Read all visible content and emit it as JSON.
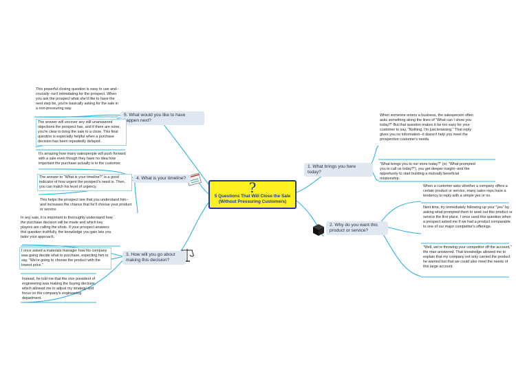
{
  "central": {
    "symbol": "?",
    "title_line1": "5 Questions That Will Close the Sale",
    "title_line2": "(Without Pressuring Customers)"
  },
  "topics": [
    {
      "id": "t1",
      "label": "1. What brings you here today?"
    },
    {
      "id": "t2",
      "label": "2. Why do you want this product or service?"
    },
    {
      "id": "t3",
      "label": "3. How will you go about making this decision?"
    },
    {
      "id": "t4",
      "label": "4. What is your timeline?"
    },
    {
      "id": "t5",
      "label": "5. What would you like to have happen next?"
    }
  ],
  "notes": {
    "t1": [
      "When someone enters a business, the salesperson often asks something along the lines of \"What can I show you today?\" But that question makes it far too easy for your customer to say, \"Nothing, I'm just browsing.\" That reply gives you no information--it doesn't help you meet the prospective customer's needs.",
      "\"What brings you to our store today?\" (or, \"What prompted you to call us today?\"), you get deeper insight--and the opportunity to start building a mutually beneficial relationship."
    ],
    "t2": [
      "When a customer asks whether a company offers a certain product or service, many sales reps have a tendency to reply with a simple yes or no.",
      "Next time, try immediately following up your \"yes\" by asking what prompted them to seek out this product or service the first place. I once used this question when a prospect asked me if we had a product comparable to one of our major competitor's offerings.",
      "\"Well, we're throwing your competitor off the account,\" the man answered. That knowledge allowed me to explain that my company not only carried the product he wanted but that we could also meet the needs of this large account."
    ],
    "t3": [
      "In any sale, it is important to thoroughly understand how the purchase decision will be made and which key players are calling the shots. If your prospect answers this question truthfully, the knowledge you gain lets you tailor your approach.",
      "I once asked a materials manager how his company was going decide what to purchase, expecting him to say, \"We're going to choose the product with the lowest price.\"",
      "Instead, he told me that the vice president of engineering was making the buying decision, which allowed me to adjust my strategy and focus on the company's engineering department."
    ],
    "t4": [
      "It's amazing how many salespeople will push forward with a sale even though they have no idea how important the purchase actually is to the customer.",
      "The answer to \"What is your timeline?\" is a good indicator of how urgent the prospect's need is. Then, you can match his level of urgency.",
      "This helps the prospect see that you understand him--and increases the chance that he'll choose your product or service."
    ],
    "t5": [
      "This powerful closing question is easy to use and--crucially--isn't intimidating for the prospect. When you ask the prospect what she'd like to have the next step be, you're basically asking for the sale in a non-pressuring way.",
      "The answer will uncover any still-unanswered objections the prospect has, and if there are none, you're clear to bring the sale to a close. This final question is especially helpful when a purchase decision has been repeatedly delayed."
    ]
  },
  "colors": {
    "branch": "#2fb3e3",
    "central_fill": "#fff11f",
    "central_border": "#1d3a8a",
    "topic_fill": "#dfe7f1"
  },
  "icons": {
    "t2": "cube-icon",
    "t3": "scales-icon",
    "t4": "calendar-icon"
  }
}
